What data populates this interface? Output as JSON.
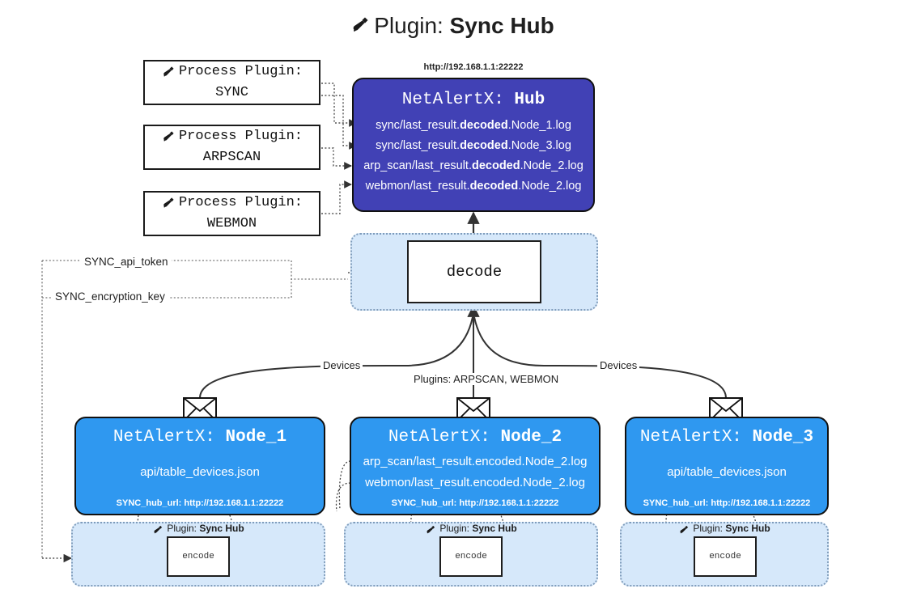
{
  "title": {
    "icon": "plug-icon",
    "prefix": "Plugin: ",
    "name": "Sync Hub"
  },
  "process_plugins": [
    {
      "icon": "plug-icon",
      "line1": "Process Plugin:",
      "line2": "SYNC"
    },
    {
      "icon": "plug-icon",
      "line1": "Process Plugin:",
      "line2": "ARPSCAN"
    },
    {
      "icon": "plug-icon",
      "line1": "Process Plugin:",
      "line2": "WEBMON"
    }
  ],
  "hub": {
    "url": "http://192.168.1.1:22222",
    "title_prefix": "NetAlertX: ",
    "title_name": "Hub",
    "lines": [
      {
        "pre": "sync/last_result.",
        "bold": "decoded",
        "post": ".Node_1.log"
      },
      {
        "pre": "sync/last_result.",
        "bold": "decoded",
        "post": ".Node_3.log"
      },
      {
        "pre": "arp_scan/last_result.",
        "bold": "decoded",
        "post": ".Node_2.log"
      },
      {
        "pre": "webmon/last_result.",
        "bold": "decoded",
        "post": ".Node_2.log"
      }
    ]
  },
  "decode": {
    "label": "decode"
  },
  "settings_labels": {
    "api_token": "SYNC_api_token",
    "encryption_key": "SYNC_encryption_key"
  },
  "flow_labels": {
    "devices_left": "Devices",
    "devices_right": "Devices",
    "plugins_center": "Plugins: ARPSCAN, WEBMON"
  },
  "nodes": [
    {
      "title_prefix": "NetAlertX: ",
      "title_name": "Node_1",
      "lines": [
        "api/table_devices.json"
      ],
      "footer": "SYNC_hub_url: http://192.168.1.1:22222",
      "encode": {
        "label_prefix": "Plugin: ",
        "label_name": "Sync Hub",
        "box_label": "encode",
        "icon": "plug-icon"
      },
      "icon": "envelope-icon"
    },
    {
      "title_prefix": "NetAlertX: ",
      "title_name": "Node_2",
      "lines": [
        "arp_scan/last_result.encoded.Node_2.log",
        "webmon/last_result.encoded.Node_2.log"
      ],
      "footer": "SYNC_hub_url: http://192.168.1.1:22222",
      "encode": {
        "label_prefix": "Plugin: ",
        "label_name": "Sync Hub",
        "box_label": "encode",
        "icon": "plug-icon"
      },
      "icon": "envelope-icon"
    },
    {
      "title_prefix": "NetAlertX: ",
      "title_name": "Node_3",
      "lines": [
        "api/table_devices.json"
      ],
      "footer": "SYNC_hub_url: http://192.168.1.1:22222",
      "encode": {
        "label_prefix": "Plugin: ",
        "label_name": "Sync Hub",
        "box_label": "encode",
        "icon": "plug-icon"
      },
      "icon": "envelope-icon"
    }
  ],
  "colors": {
    "hub": "#4141b5",
    "node": "#2f98f0",
    "container": "#d6e8fa",
    "container_border": "#7f9cbb",
    "stroke": "#1a1a1a"
  }
}
